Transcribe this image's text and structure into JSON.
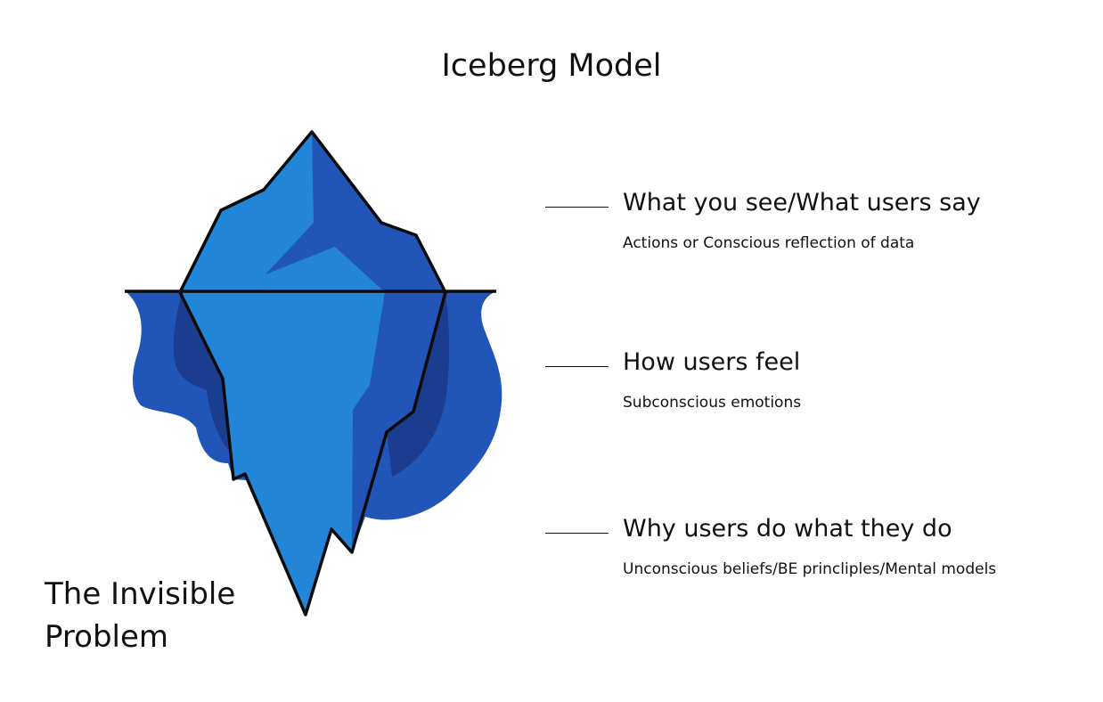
{
  "title": "Iceberg Model",
  "colors": {
    "ice_light": "#2385D8",
    "ice_mid": "#2155B8",
    "ice_dark": "#1A3D90",
    "outline": "#0B0B0B",
    "text": "#111111"
  },
  "layers": [
    {
      "heading": "What you see/What users say",
      "subtext": "Actions or Conscious reflection of data"
    },
    {
      "heading": "How users feel",
      "subtext": "Subconscious emotions"
    },
    {
      "heading": "Why users do what they do",
      "subtext": "Unconscious beliefs/BE princliples/Mental models"
    }
  ],
  "caption": {
    "line1": "The Invisible",
    "line2": "Problem"
  }
}
